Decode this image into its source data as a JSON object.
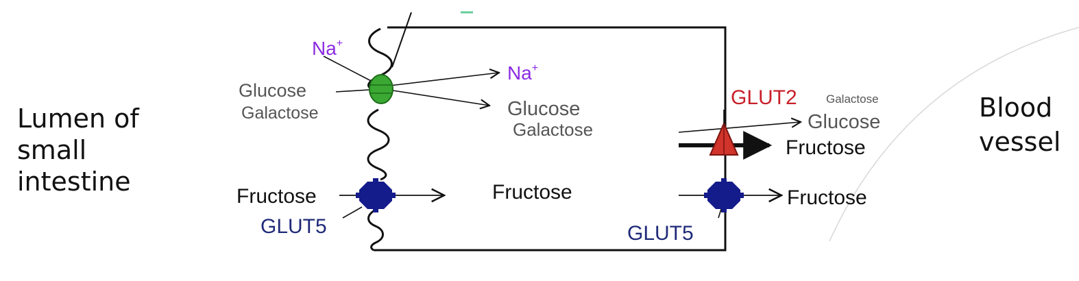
{
  "lumen_label": {
    "line1": "Lumen of",
    "line2": "small",
    "line3": "intestine"
  },
  "blood_label": {
    "line1": "Blood",
    "line2": "vessel"
  },
  "apical": {
    "na_in": "Na",
    "na_sup": "+",
    "glucose": "Glucose",
    "galactose": "Galactose",
    "fructose": "Fructose",
    "glut5": "GLUT5"
  },
  "cell": {
    "na_out": "Na",
    "na_sup": "+",
    "glucose": "Glucose",
    "galactose": "Galactose",
    "fructose": "Fructose"
  },
  "basolateral": {
    "glut2": "GLUT2",
    "galactose": "Galactose",
    "glucose": "Glucose",
    "fructose_bold": "Fructose",
    "fructose": "Fructose",
    "glut5": "GLUT5"
  },
  "colors": {
    "sglt": "#3aa832",
    "glut5": "#141b8a",
    "glut2": "#d0342b",
    "glut2_label": "#c8202a",
    "na": "#8a2be2",
    "navy_label": "#1f2a78",
    "grey_text": "#555555",
    "line": "#111111"
  }
}
